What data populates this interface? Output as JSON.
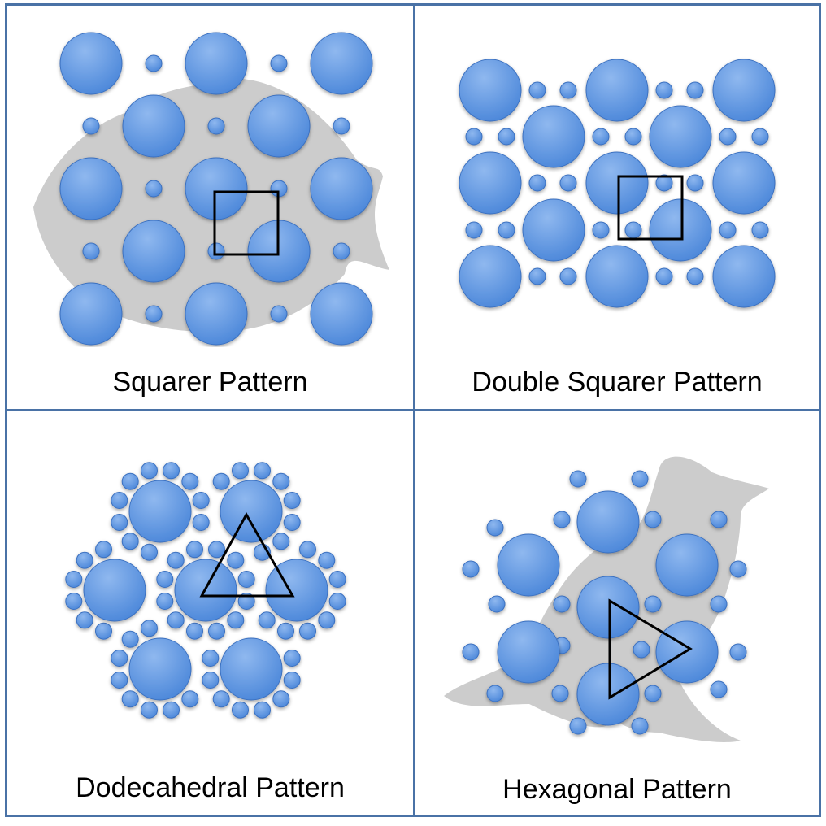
{
  "panels": [
    {
      "id": "square",
      "caption": "Squarer Pattern",
      "silhouette": "fish",
      "marker": "square"
    },
    {
      "id": "double-square",
      "caption": "Double Squarer Pattern",
      "silhouette": "none",
      "marker": "square"
    },
    {
      "id": "dodecahedral",
      "caption": "Dodecahedral Pattern",
      "silhouette": "none",
      "marker": "triangle-up"
    },
    {
      "id": "hexagonal",
      "caption": "Hexagonal Pattern",
      "silhouette": "bird",
      "marker": "triangle-right"
    }
  ],
  "colors": {
    "border": "#4a72a6",
    "circle_fill_light": "#8fb8ef",
    "circle_fill_dark": "#4a86d9",
    "circle_stroke": "#3a6fbf",
    "silhouette": "#cccccc",
    "marker": "#000000"
  }
}
